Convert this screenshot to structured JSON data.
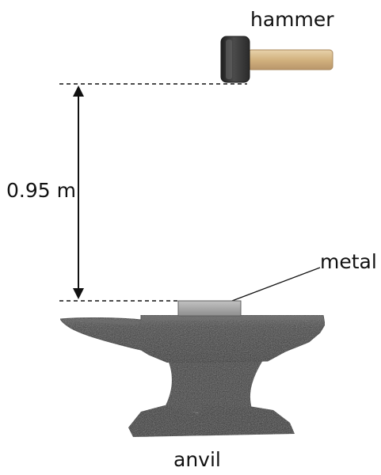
{
  "labels": {
    "hammer": "hammer",
    "metal": "metal",
    "anvil": "anvil",
    "drop_height": "0.95 m"
  },
  "colors": {
    "ink": "#111111",
    "hammer_head": "#3a3a3a",
    "hammer_handle": "#d7b98a",
    "metal_block": "#a7a7a7",
    "anvil_body": "#3d3d3d"
  },
  "icons": {
    "hammer": "hammer-icon",
    "metal": "metal-block-icon",
    "anvil": "anvil-icon"
  }
}
